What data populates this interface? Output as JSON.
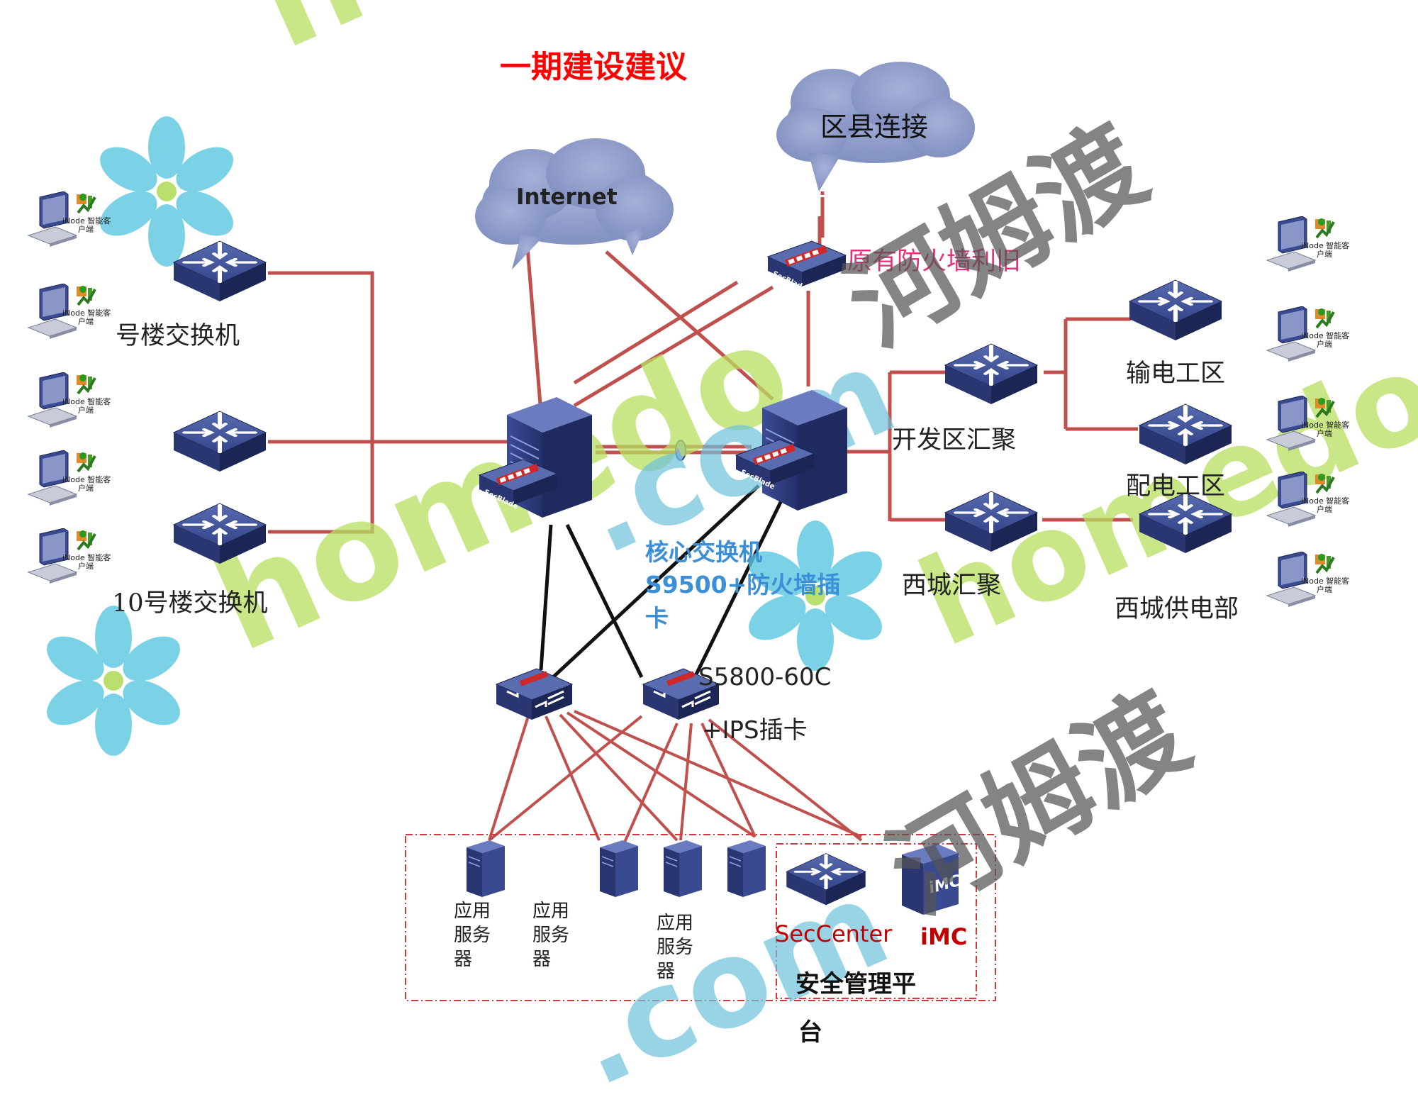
{
  "title": "一期建设建议",
  "clouds": {
    "internet": "Internet",
    "county": "区县连接"
  },
  "labels": {
    "old_firewall": "原有防火墙利旧",
    "building_switch_1": "号楼交换机",
    "building_switch_10": "10号楼交换机",
    "core": {
      "line1": "核心交换机",
      "line2": "S9500+防火墙插",
      "line3": "卡"
    },
    "dist_switch_model": "S5800-60C",
    "ips_card": "+IPS插卡",
    "kaifa_agg": "开发区汇聚",
    "xicheng_agg": "西城汇聚",
    "shudian": "输电工区",
    "peidian": "配电工区",
    "xicheng_supply": "西城供电部",
    "servers": [
      {
        "line1": "应用",
        "line2": "服务",
        "line3": "器"
      },
      {
        "line1": "应用",
        "line2": "服务",
        "line3": "器"
      },
      {
        "line1": "应用",
        "line2": "服务",
        "line3": "器"
      }
    ],
    "seccenter": "SecCenter",
    "imc": "iMC",
    "imc_icon_text": "iMC",
    "mgmt_platform_line1": "安全管理平",
    "mgmt_platform_line2": "台",
    "secblade": "SecBlade"
  },
  "client": {
    "caption_line1": "iNode 智能客",
    "caption_line2": "户端"
  },
  "watermarks": {
    "latin": "homedo",
    "latin_dotcom": ".com",
    "cjk": "河姆渡"
  },
  "colors": {
    "link_red": "#c0504d",
    "link_black": "#111111",
    "device_blue": "#2e3d78",
    "cloud": "#8c9ac8",
    "title_red": "#ff0000",
    "core_label_blue": "#3a8fd6",
    "firewall_label_pink": "#e0307a",
    "seccenter_red": "#c00000",
    "watermark_green": "#a8d84a",
    "watermark_cyan": "#5bc8e0",
    "watermark_gray": "#555555"
  }
}
